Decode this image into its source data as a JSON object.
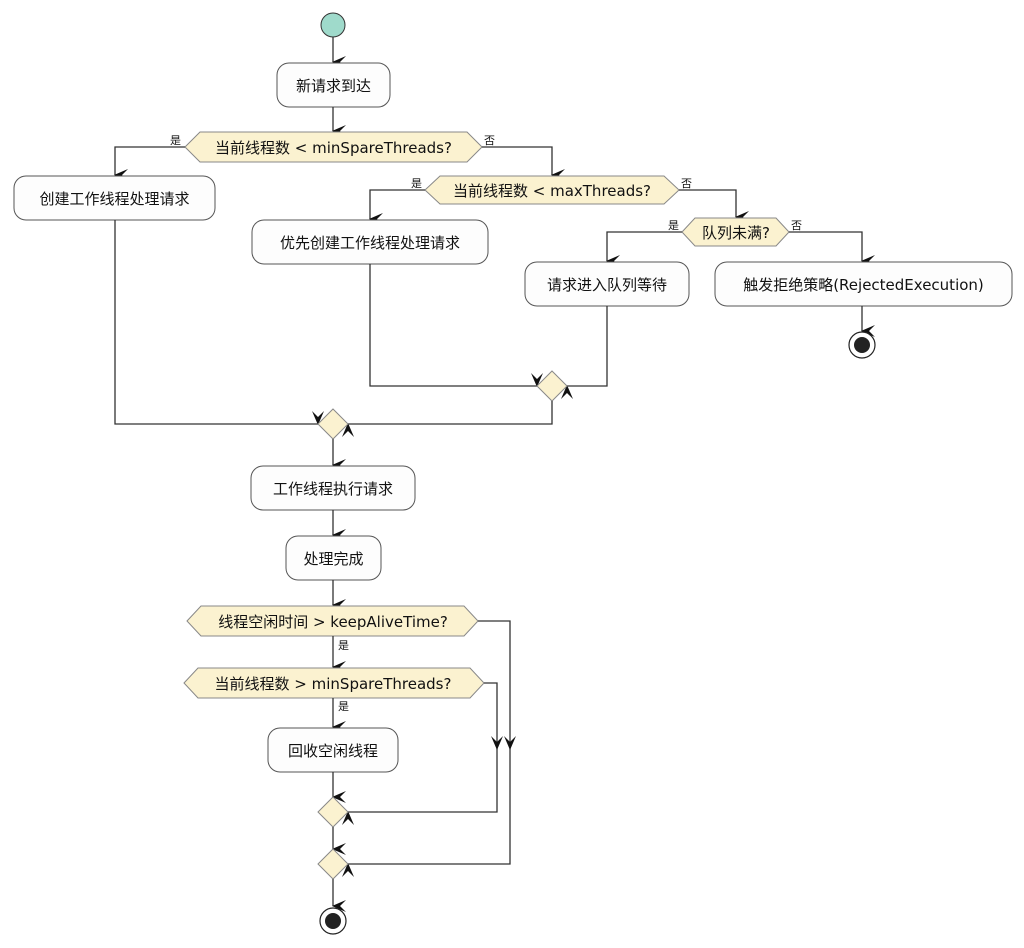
{
  "diagram": {
    "type": "activity",
    "colors": {
      "start_fill": "#9fdacb",
      "action_fill": "#fdfdfd",
      "decision_fill": "#fbf2d0",
      "line": "#333333"
    },
    "actions": {
      "new_request": "新请求到达",
      "create_worker": "创建工作线程处理请求",
      "prefer_create_worker": "优先创建工作线程处理请求",
      "enqueue": "请求进入队列等待",
      "reject": "触发拒绝策略(RejectedExecution)",
      "worker_execute": "工作线程执行请求",
      "done": "处理完成",
      "recycle": "回收空闲线程"
    },
    "decisions": {
      "lt_min_spare": "当前线程数 < minSpareThreads?",
      "lt_max": "当前线程数 < maxThreads?",
      "queue_not_full": "队列未满?",
      "idle_gt_keepalive": "线程空闲时间 > keepAliveTime?",
      "gt_min_spare": "当前线程数 > minSpareThreads?"
    },
    "edge_labels": {
      "yes": "是",
      "no": "否"
    }
  }
}
